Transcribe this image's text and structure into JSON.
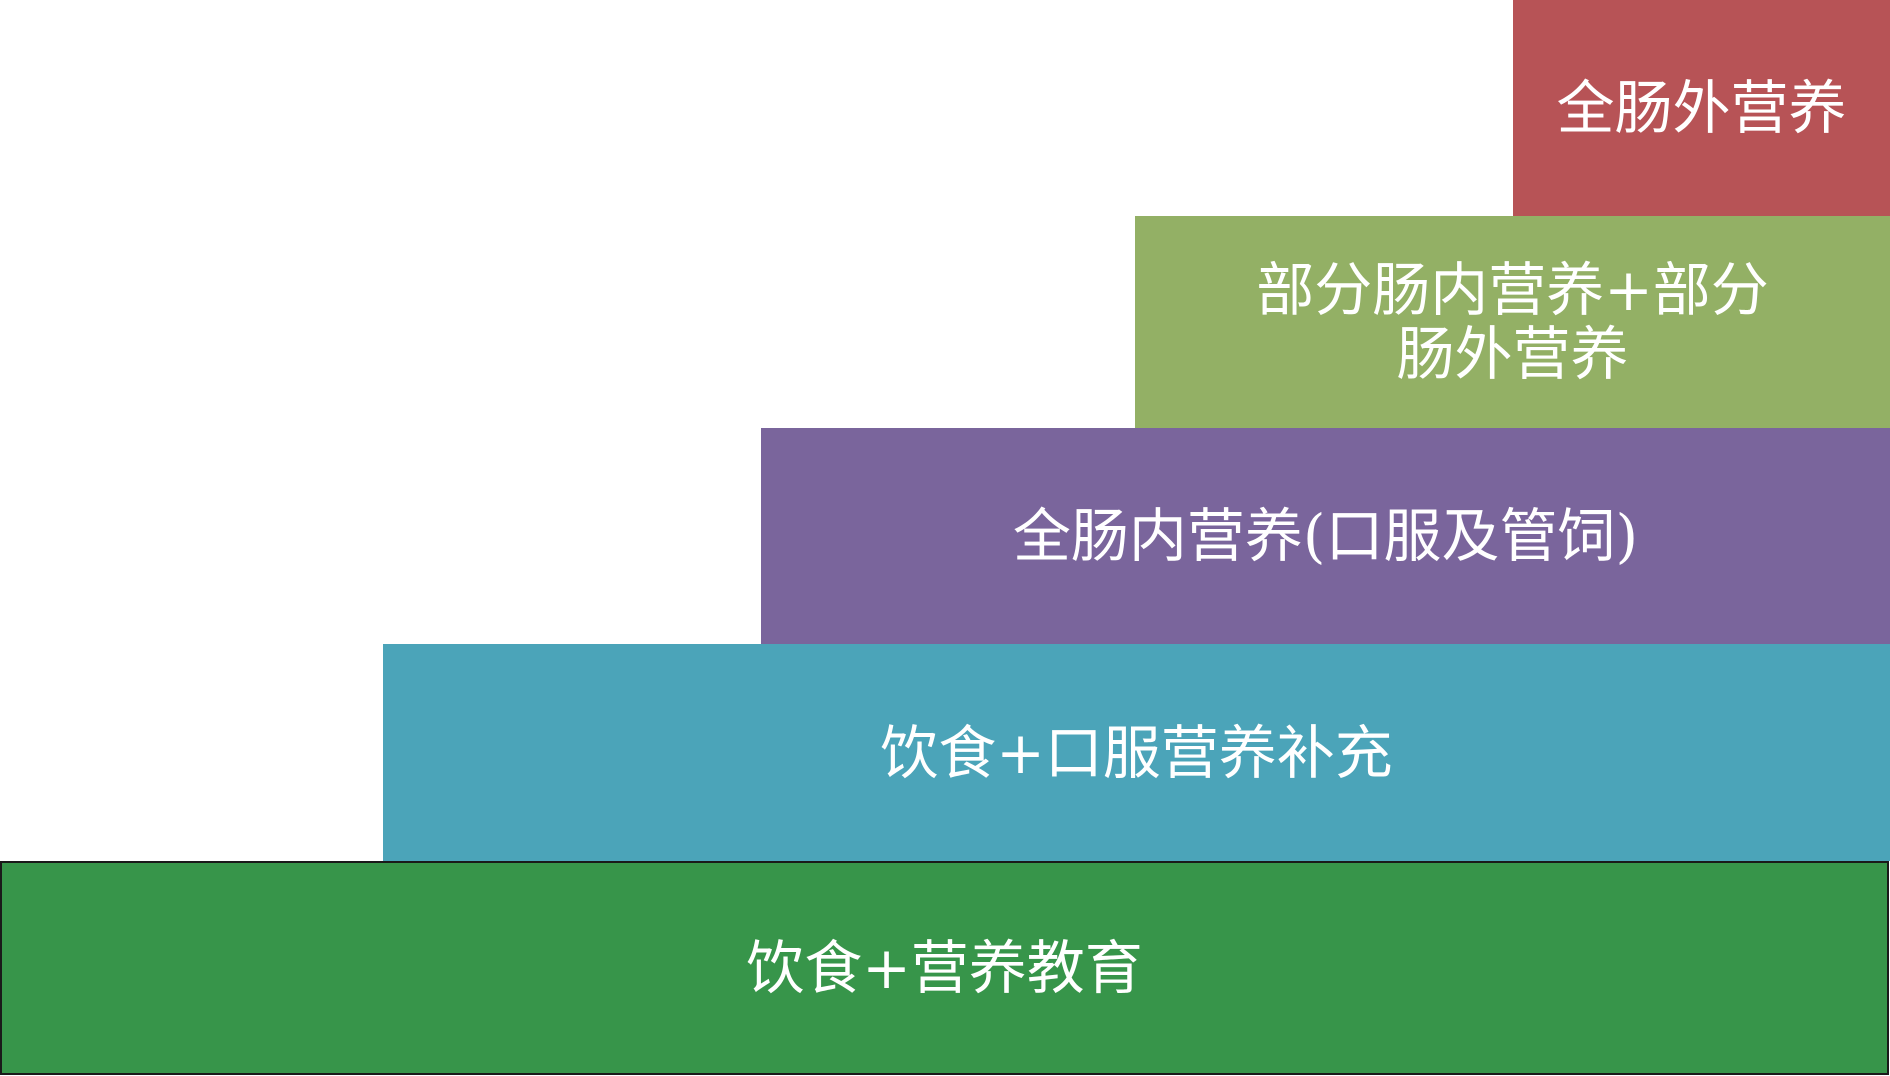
{
  "levels": [
    {
      "label": "饮食+营养教育",
      "color": "#37954a"
    },
    {
      "label": "饮食+口服营养补充",
      "color": "#4ba4b9"
    },
    {
      "label": "全肠内营养(口服及管饲)",
      "color": "#7a659c"
    },
    {
      "label": "部分肠内营养+部分肠外营养",
      "color": "#93b065"
    },
    {
      "label": "全肠外营养",
      "color": "#b75356"
    }
  ]
}
